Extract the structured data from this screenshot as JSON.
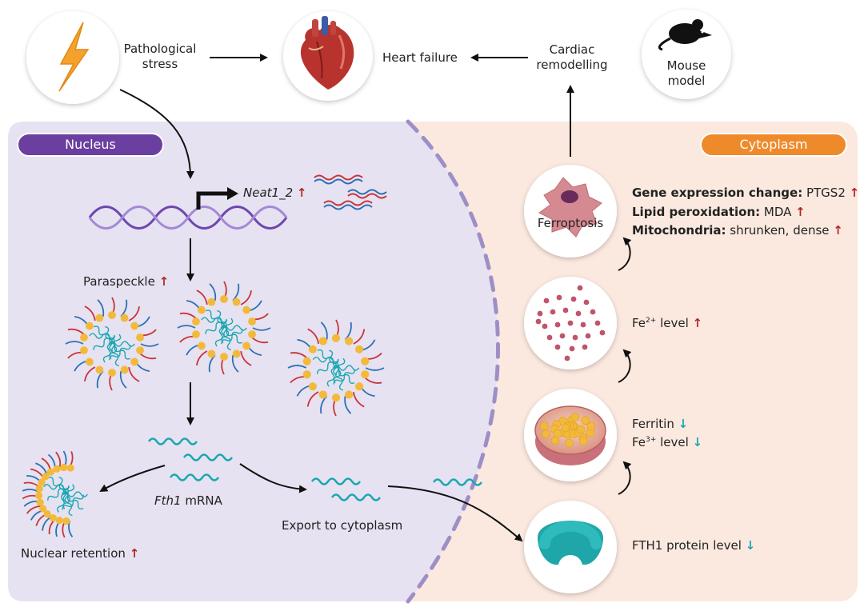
{
  "colors": {
    "nucleus_bg": "#e6e2f1",
    "cytoplasm_bg": "#fbe9df",
    "nucleus_pill": "#6b3fa0",
    "cytoplasm_pill": "#ef8a2b",
    "up_arrow": "#b3262b",
    "down_arrow": "#1aa7b3",
    "rna_teal": "#1aa7b3",
    "dna_purple": "#8a63c2",
    "paraspeckle_yellow": "#f2b93b"
  },
  "top": {
    "stress_icon": "lightning-bolt-icon",
    "stress_label_1": "Pathological",
    "stress_label_2": "stress",
    "heart_icon": "heart-icon",
    "heart_failure_label": "Heart failure",
    "remodelling_label_1": "Cardiac",
    "remodelling_label_2": "remodelling",
    "mouse_icon": "mouse-icon",
    "mouse_label_1": "Mouse",
    "mouse_label_2": "model"
  },
  "nucleus": {
    "title": "Nucleus",
    "gene_label": "Neat1_2",
    "gene_arrow": "↑",
    "paraspeckle_label": "Paraspeckle",
    "paraspeckle_arrow": "↑",
    "mrna_label_italic": "Fth1",
    "mrna_label_rest": " mRNA",
    "retention_label": "Nuclear retention",
    "retention_arrow": "↑",
    "export_label": "Export to cytoplasm"
  },
  "cytoplasm": {
    "title": "Cytoplasm",
    "ferroptosis_label": "Ferroptosis",
    "gene_expr_bold": "Gene expression change:",
    "gene_expr_value": " PTGS2",
    "gene_expr_arrow": "↑",
    "lipid_bold": "Lipid peroxidation:",
    "lipid_value": " MDA",
    "lipid_arrow": "↑",
    "mito_bold": "Mitochondria:",
    "mito_value": " shrunken, dense",
    "mito_arrow": "↑",
    "fe2_prefix": "Fe",
    "fe2_sup": "2+",
    "fe2_suffix": " level",
    "fe2_arrow": "↑",
    "ferritin_label": "Ferritin",
    "ferritin_arrow": "↓",
    "fe3_prefix": "Fe",
    "fe3_sup": "3+",
    "fe3_suffix": " level",
    "fe3_arrow": "↓",
    "fth1_label": "FTH1 protein level",
    "fth1_arrow": "↓"
  }
}
